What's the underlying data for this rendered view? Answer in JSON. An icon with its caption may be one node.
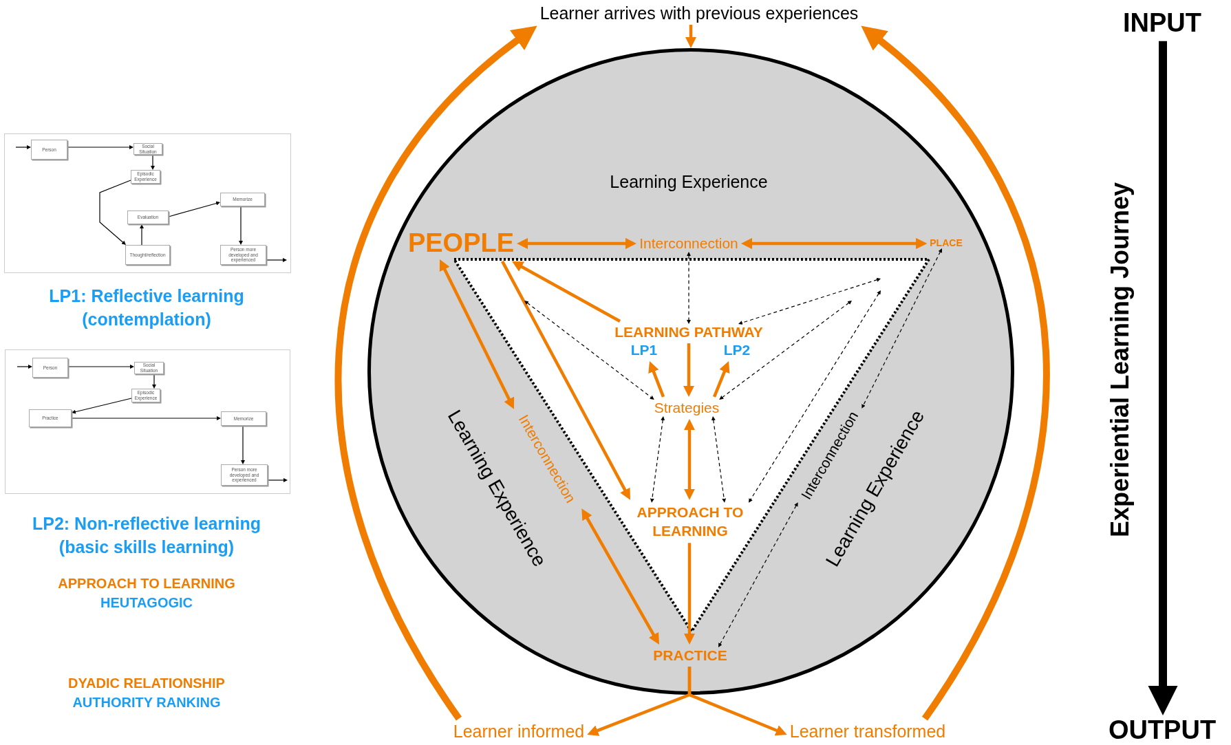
{
  "diagram": {
    "nodes": [
      {
        "text": [
          "Learner arrives with previous experiences"
        ]
      },
      {
        "text": [
          "Learning Experience"
        ]
      },
      {
        "text": [
          "PEOPLE"
        ],
        "in": 1
      },
      {
        "text": [
          "Interconnection"
        ],
        "in": 1
      },
      {
        "text": [
          "PLACE"
        ],
        "in": 1
      },
      {
        "text": [],
        "shape": "triangle",
        "in": 1
      },
      {
        "text": [
          "LEARNING PATHWAY"
        ],
        "in": 5
      },
      {
        "text": [
          "LP1"
        ],
        "in": 5
      },
      {
        "text": [
          "LP2"
        ],
        "in": 5
      },
      {
        "text": [
          "Strategies"
        ],
        "in": 5
      },
      {
        "text": [
          "APPROACH TO LEARNING"
        ],
        "in": 5
      },
      {
        "text": [
          "Interconnection"
        ],
        "in": 1
      },
      {
        "text": [
          "Interconnection"
        ],
        "in": 1
      },
      {
        "text": [
          "PRACTICE"
        ],
        "in": 1
      },
      {
        "text": [
          "Learner informed"
        ]
      },
      {
        "text": [
          "Learner transformed"
        ]
      },
      {
        "text": [
          "INPUT"
        ]
      },
      {
        "text": [
          "OUTPUT"
        ]
      },
      {
        "text": [],
        "shape": "picture",
        "beside": [
          "LP1: Reflective learning (contemplation)"
        ]
      },
      {
        "text": [
          "Person"
        ],
        "in": 18
      },
      {
        "text": [
          "Social Situation"
        ],
        "in": 18
      },
      {
        "text": [
          "Episodic Experience"
        ],
        "in": 18
      },
      {
        "text": [
          "Evaluation"
        ],
        "in": 18
      },
      {
        "text": [
          "Memorize"
        ],
        "in": 18
      },
      {
        "text": [
          "Thought/reflection"
        ],
        "in": 18
      },
      {
        "text": [
          "Person more developed and experienced"
        ],
        "in": 18
      },
      {
        "text": [],
        "shape": "picture",
        "beside": [
          "LP2: Non-reflective learning (basic skills learning)"
        ]
      },
      {
        "text": [
          "Person"
        ],
        "in": 26
      },
      {
        "text": [
          "Social Situation"
        ],
        "in": 26
      },
      {
        "text": [
          "Episodic Experience"
        ],
        "in": 26
      },
      {
        "text": [
          "Practice"
        ],
        "in": 26
      },
      {
        "text": [
          "Memorize"
        ],
        "in": 26
      },
      {
        "text": [
          "Person more developed and experienced"
        ],
        "in": 26
      }
    ],
    "edges": [
      {
        "from": 0,
        "to": 1,
        "arrow": "to",
        "style": "thick",
        "color": "#f07c00"
      },
      {
        "from": 14,
        "to": 0,
        "arrow": "to",
        "style": "thick",
        "color": "#f07c00"
      },
      {
        "from": 15,
        "to": 0,
        "arrow": "to",
        "style": "thick",
        "color": "#f07c00"
      },
      {
        "from": 2,
        "to": 3,
        "arrow": "both",
        "style": "thick",
        "color": "#f07c00"
      },
      {
        "from": 3,
        "to": 4,
        "arrow": "both",
        "style": "thick",
        "color": "#f07c00"
      },
      {
        "from": 2,
        "to": 11,
        "arrow": "both",
        "style": "thick",
        "color": "#f07c00"
      },
      {
        "from": 11,
        "to": 13,
        "arrow": "both",
        "style": "thick",
        "color": "#f07c00"
      },
      {
        "from": 6,
        "to": 2,
        "arrow": "to",
        "style": "thick",
        "color": "#f07c00"
      },
      {
        "from": 2,
        "to": 10,
        "arrow": "to",
        "style": "thick",
        "color": "#f07c00"
      },
      {
        "from": 6,
        "to": 9,
        "arrow": "to",
        "style": "thick",
        "color": "#f07c00"
      },
      {
        "from": 9,
        "to": 7,
        "arrow": "to",
        "style": "thick",
        "color": "#f07c00"
      },
      {
        "from": 9,
        "to": 8,
        "arrow": "to",
        "style": "thick",
        "color": "#f07c00"
      },
      {
        "from": 9,
        "to": 10,
        "arrow": "both",
        "style": "thick",
        "color": "#f07c00"
      },
      {
        "from": 10,
        "to": 13,
        "arrow": "to",
        "style": "thick",
        "color": "#f07c00"
      },
      {
        "from": 13,
        "to": 14,
        "arrow": "to",
        "style": "thick",
        "color": "#f07c00"
      },
      {
        "from": 13,
        "to": 15,
        "arrow": "to",
        "style": "thick",
        "color": "#f07c00"
      },
      {
        "from": 16,
        "to": 17,
        "arrow": "to",
        "style": "thick"
      },
      {
        "from": 3,
        "to": 6,
        "arrow": "both",
        "style": "dashed"
      },
      {
        "from": null,
        "to": 9,
        "arrow": "both",
        "style": "dashed"
      },
      {
        "from": null,
        "to": 6,
        "arrow": "both",
        "style": "dashed"
      },
      {
        "from": null,
        "to": 9,
        "arrow": "both",
        "style": "dashed"
      },
      {
        "from": null,
        "to": 10,
        "arrow": "both",
        "style": "dashed"
      },
      {
        "from": 9,
        "to": 10,
        "arrow": "both",
        "style": "dashed"
      },
      {
        "from": 9,
        "to": 10,
        "arrow": "both",
        "style": "dashed"
      },
      {
        "from": 4,
        "to": 12,
        "arrow": "both",
        "style": "dashed"
      },
      {
        "from": 12,
        "to": 13,
        "arrow": "both",
        "style": "dashed"
      },
      {
        "from": null,
        "to": 19,
        "arrow": "to"
      },
      {
        "from": 19,
        "to": 20,
        "arrow": "to"
      },
      {
        "from": 20,
        "to": 21,
        "arrow": "to"
      },
      {
        "from": 21,
        "to": 24,
        "arrow": "to"
      },
      {
        "from": 24,
        "to": 22,
        "arrow": "to"
      },
      {
        "from": 22,
        "to": 23,
        "arrow": "to"
      },
      {
        "from": 23,
        "to": 25,
        "arrow": "to"
      },
      {
        "from": 25,
        "to": null,
        "arrow": "to"
      },
      {
        "from": null,
        "to": 27,
        "arrow": "to"
      },
      {
        "from": 27,
        "to": 28,
        "arrow": "to"
      },
      {
        "from": 28,
        "to": 29,
        "arrow": "to"
      },
      {
        "from": 29,
        "to": 30,
        "arrow": "to"
      },
      {
        "from": 30,
        "to": 31,
        "arrow": "to"
      },
      {
        "from": 31,
        "to": 32,
        "arrow": "to"
      },
      {
        "from": 32,
        "to": null,
        "arrow": "to"
      }
    ],
    "labels": [
      "APPROACH TO LEARNING",
      "HEUTAGOGIC",
      "DYADIC RELATIONSHIP",
      "AUTHORITY RANKING",
      "Learning Experience",
      "Learning Experience",
      "Experiential Learning Journey"
    ]
  }
}
